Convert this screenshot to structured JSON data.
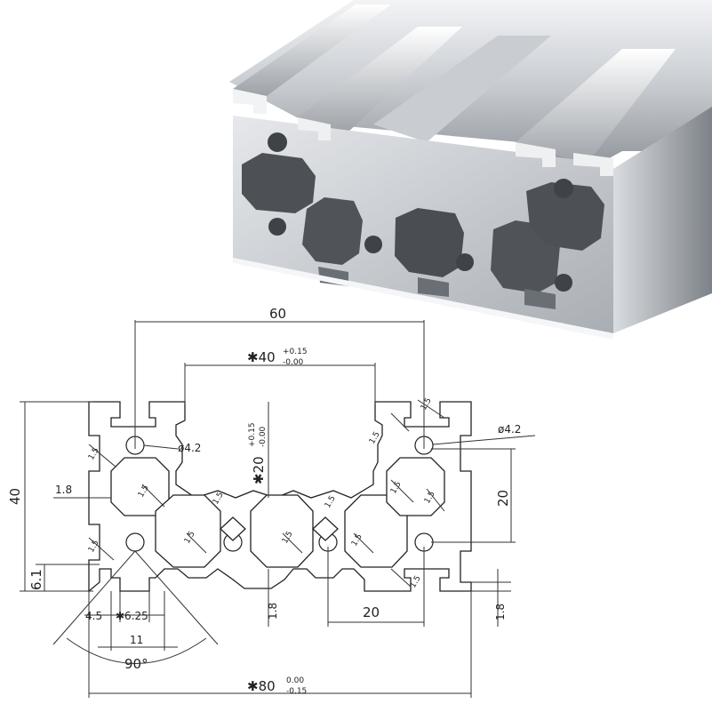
{
  "photo": {
    "subject": "aluminum-extrusion-profile-photo",
    "colors": {
      "light": "#e9ebee",
      "mid": "#b7bcc2",
      "dark": "#55595e"
    }
  },
  "drawing": {
    "dim_width_top": "60",
    "dim_slot_spacing": "✱40",
    "dim_slot_spacing_tol_upper": "+0.15",
    "dim_slot_spacing_tol_lower": "-0.00",
    "dim_height_left": "40",
    "dim_inner_vertical": "✱20",
    "dim_inner_vertical_tol_upper": "+0.15",
    "dim_inner_vertical_tol_lower": "-0.00",
    "hole_dia_left": "ø4.2",
    "hole_dia_right": "ø4.2",
    "dim_right_height": "20",
    "dim_wall_left": "1.8",
    "dim_slot_depth": "6.1",
    "dim_lip": "4.5",
    "dim_slot_opening": "✱6.25",
    "dim_slot_width": "11",
    "angle": "90°",
    "dim_bottom_wall": "1.8",
    "dim_pitch_bottom": "20",
    "dim_right_wall": "1.8",
    "dim_total_width": "✱80",
    "dim_total_width_tol_upper": "0.00",
    "dim_total_width_tol_lower": "-0.15",
    "web_thickness": "1.5"
  }
}
